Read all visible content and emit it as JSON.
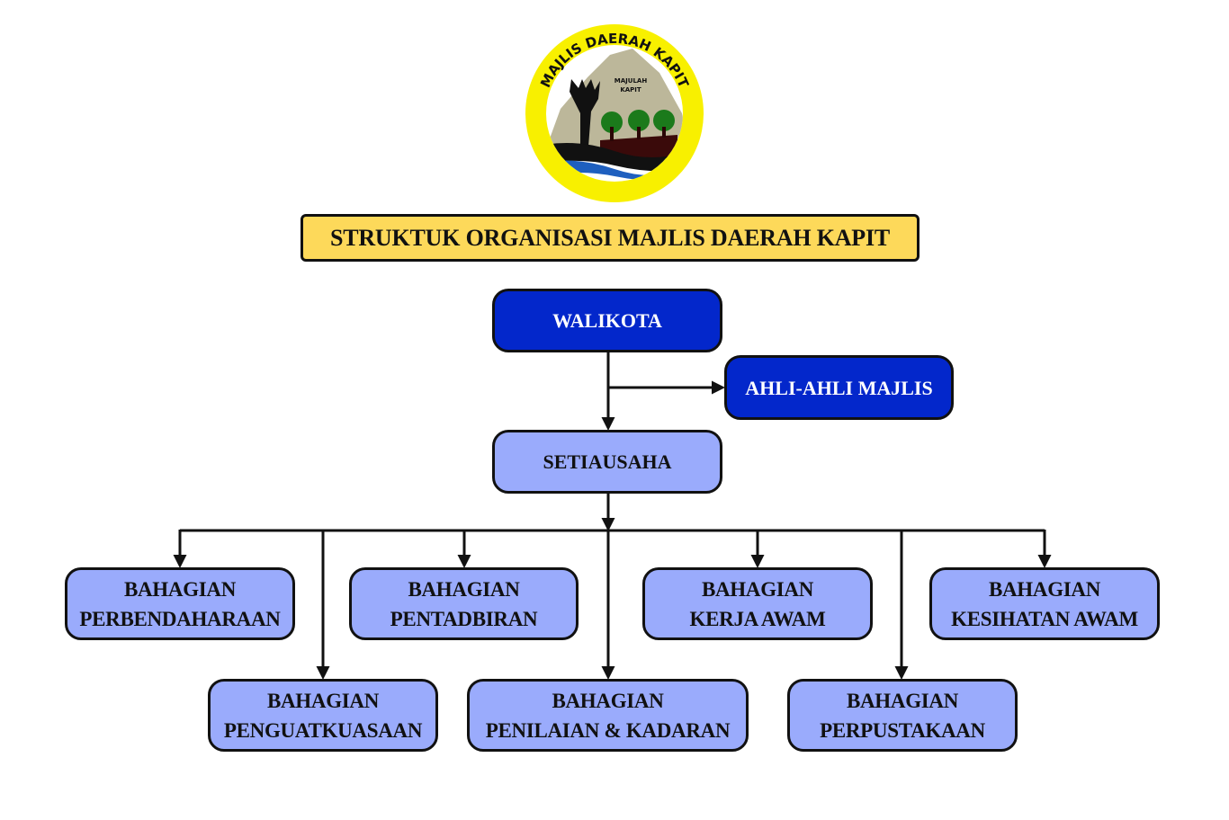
{
  "logo": {
    "ring_text": "MAJLIS DAERAH KAPIT",
    "motto_line1": "MAJULAH",
    "motto_line2": "KAPIT",
    "colors": {
      "ring": "#f8f000",
      "mountain": "#bcb79a",
      "tree": "#1b7a1b",
      "river": "#1e5fbf",
      "ground": "#3a0a0a"
    }
  },
  "title": "STRUKTUK ORGANISASI MAJLIS DAERAH KAPIT",
  "colors": {
    "title_bg": "#fdd95a",
    "dark_node": "#0327cb",
    "light_node": "#9aabfc",
    "line": "#111111"
  },
  "nodes": {
    "walikota": {
      "label": "WALIKOTA"
    },
    "ahli_majlis": {
      "label": "AHLI-AHLI MAJLIS"
    },
    "setiausaha": {
      "label": "SETIAUSAHA"
    },
    "departments": [
      {
        "line1": "BAHAGIAN",
        "line2": "PERBENDAHARAAN"
      },
      {
        "line1": "BAHAGIAN",
        "line2": "PENGUATKUASAAN"
      },
      {
        "line1": "BAHAGIAN",
        "line2": "PENTADBIRAN"
      },
      {
        "line1": "BAHAGIAN",
        "line2": "PENILAIAN & KADARAN"
      },
      {
        "line1": "BAHAGIAN",
        "line2": "KERJA AWAM"
      },
      {
        "line1": "BAHAGIAN",
        "line2": "PERPUSTAKAAN"
      },
      {
        "line1": "BAHAGIAN",
        "line2": "KESIHATAN AWAM"
      }
    ]
  }
}
